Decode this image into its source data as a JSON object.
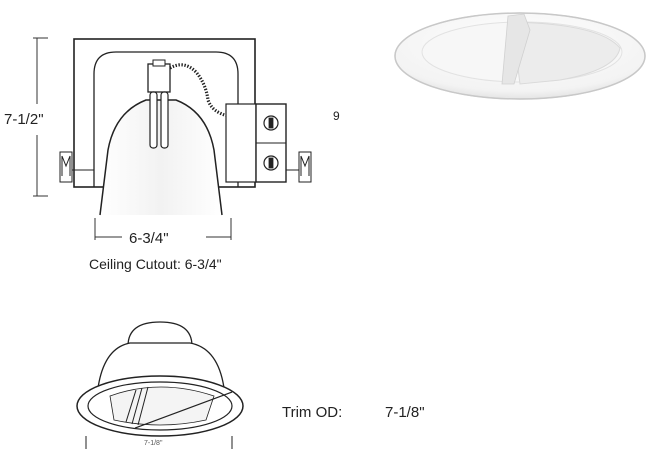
{
  "labels": {
    "height": "7-1/2\"",
    "cutout_dimension": "6-3/4\"",
    "ceiling_cutout": "Ceiling Cutout: 6-3/4\"",
    "trim_od_label": "Trim OD:",
    "trim_od_value": "7-1/8\"",
    "bottom_dimension": "7-1/8\"",
    "stray_mark": "9"
  },
  "icons": {
    "housing": "recessed-housing-drawing",
    "junction_box": "junction-box-icon",
    "trim_photo": "wall-wash-trim-icon",
    "trim_drawing": "reflector-trim-drawing"
  },
  "colors": {
    "line": "#222222",
    "trim_face": "#f4f4f4",
    "trim_shadow": "#d8d8d8"
  }
}
